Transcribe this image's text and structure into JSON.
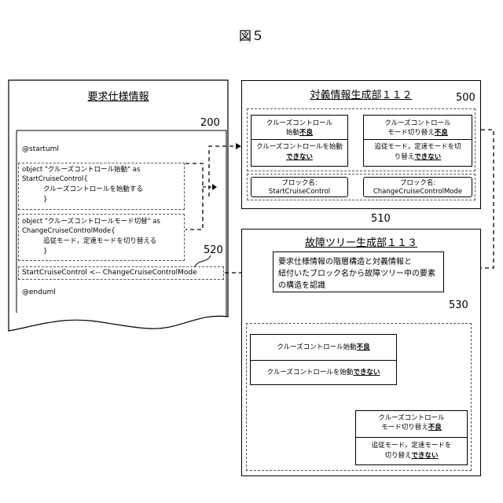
{
  "figure_title": "図５",
  "spec": {
    "title": "要求仕様情報",
    "doc_number": "200",
    "startuml": "@startuml",
    "block1": {
      "line1": "object \"クルーズコントロール始動\" as",
      "line2": "StartCruiseControl{",
      "line3": "クルーズコントロールを始動する",
      "line4": "}"
    },
    "block2": {
      "line1": "object \"クルーズコントロールモード切替\" as",
      "line2": "ChangeCruiseControlMode{",
      "line3": "追従モード，定速モードを切り替える",
      "line4": "}"
    },
    "relation_number": "520",
    "relation": "StartCruiseControl <-- ChangeCruiseControlMode",
    "enduml": "@enduml"
  },
  "generator": {
    "title": "対義情報生成部１１２",
    "group_number": "500",
    "card1": {
      "head1": "クルーズコントロール",
      "head2_plain": "始動",
      "head2_bold": "不良",
      "body1": "クルーズコントロールを始動",
      "body2_bold": "できない"
    },
    "card2": {
      "head1": "クルーズコントロール",
      "head2_plain": "モード切り替え",
      "head2_bold": "不良",
      "body1": "追従モード，定速モードを切",
      "body2_plain": "り替え",
      "body2_bold": "できない"
    },
    "block_label": "ブロック名:",
    "block1_name": "StartCruiseControl",
    "block2_name": "ChangeCruiseControlMode",
    "block_number": "510"
  },
  "fault_tree": {
    "title": "故障ツリー生成部１１３",
    "process_line1": "要求仕様情報の階層構造と対義情報と",
    "process_line2": "紐付いたブロック名から故障ツリー中の要素",
    "process_line3": "の構造を認識",
    "tree_number": "530",
    "top": {
      "head_plain": "クルーズコントロール始動",
      "head_bold": "不良",
      "body_plain": "クルーズコントロールを始動",
      "body_bold": "できない"
    },
    "child": {
      "head1": "クルーズコントロール",
      "head2_plain": "モード切り替え",
      "head2_bold": "不良",
      "body1": "追従モード，定速モードを",
      "body2_plain": "切り替え",
      "body2_bold": "できない"
    }
  }
}
